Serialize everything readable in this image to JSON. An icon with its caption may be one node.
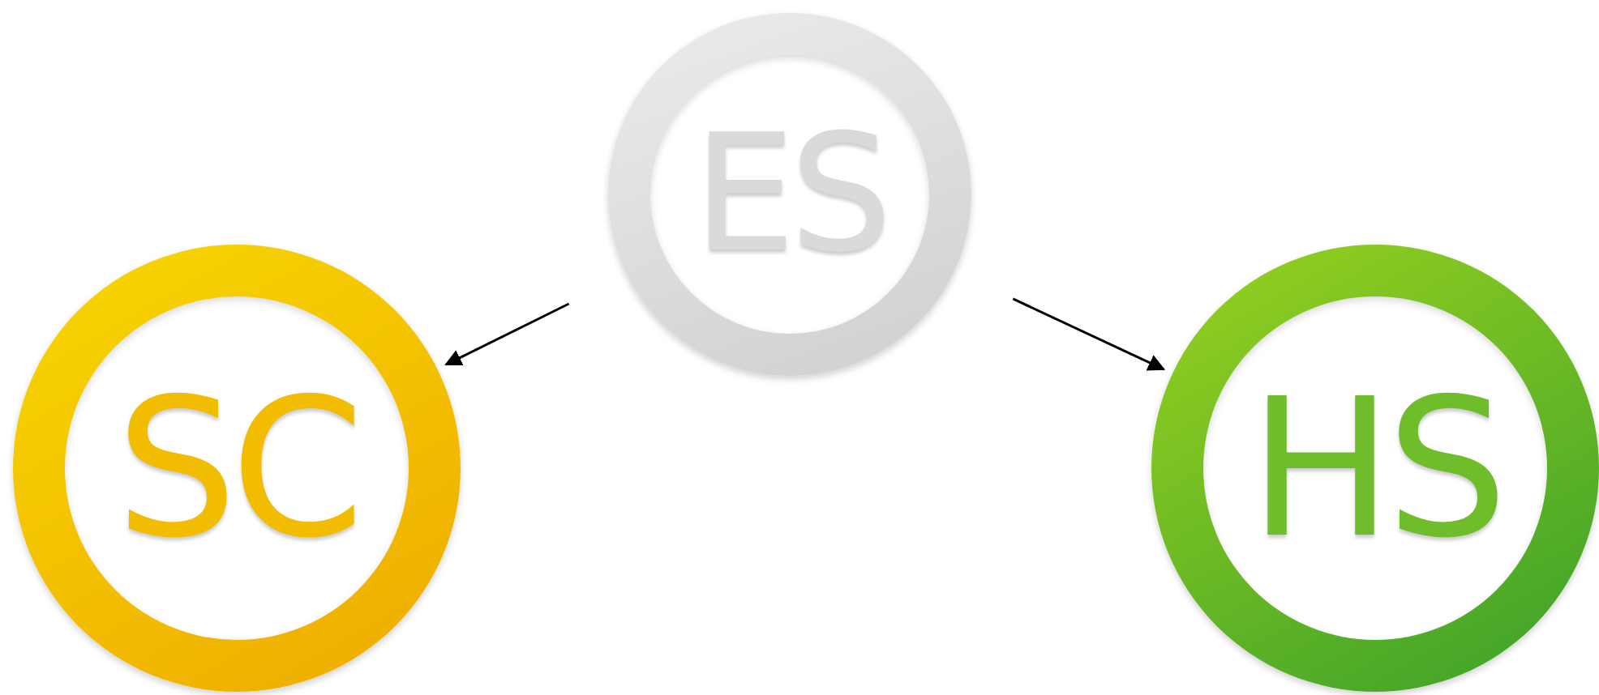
{
  "diagram": {
    "nodes": [
      {
        "text": [
          "ES"
        ]
      },
      {
        "text": [
          "SC"
        ]
      },
      {
        "text": [
          "HS"
        ]
      }
    ],
    "edges": [
      {
        "from": 0,
        "to": 1,
        "arrow": "to"
      },
      {
        "from": 0,
        "to": 2,
        "arrow": "to"
      }
    ]
  }
}
